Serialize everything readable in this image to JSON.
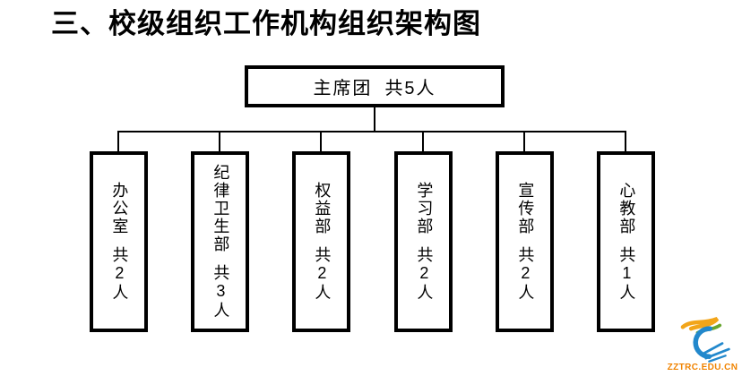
{
  "page_title": "三、校级组织工作机构组织架构图",
  "org_chart": {
    "root": {
      "name": "主席团",
      "count": "共5人"
    },
    "departments": [
      {
        "name": "办公室",
        "count": "共2人"
      },
      {
        "name": "纪律卫生部",
        "count": "共3人"
      },
      {
        "name": "权益部",
        "count": "共2人"
      },
      {
        "name": "学习部",
        "count": "共2人"
      },
      {
        "name": "宣传部",
        "count": "共2人"
      },
      {
        "name": "心教部",
        "count": "共1人"
      }
    ]
  },
  "watermark": {
    "site": "ZZTRC.EDU.CN",
    "logo_colors": {
      "yellow": "#F2A51A",
      "green": "#67A52E",
      "blue": "#2288CC",
      "text_orange": "#F08300"
    }
  }
}
